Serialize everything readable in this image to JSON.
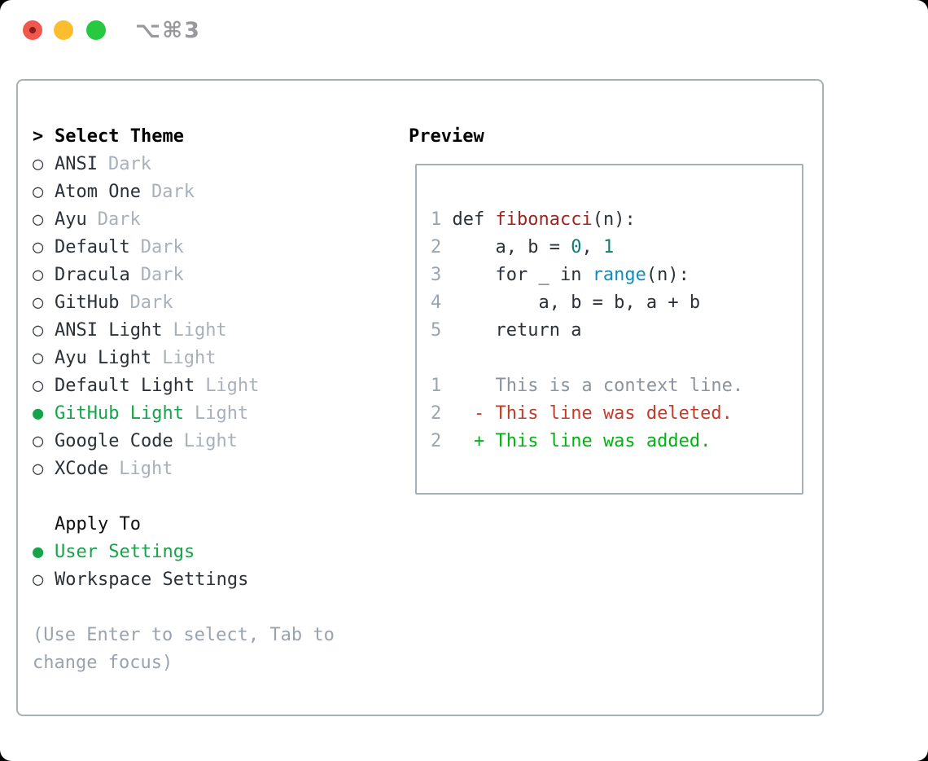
{
  "window": {
    "title": "⌥⌘3",
    "traffic_lights": [
      "close",
      "minimize",
      "zoom"
    ]
  },
  "theme_panel": {
    "header": {
      "marker": ">",
      "label": "Select Theme"
    },
    "markers": {
      "selected": "●",
      "unselected": "○"
    },
    "themes": [
      {
        "name": "ANSI",
        "tag": "Dark",
        "selected": false
      },
      {
        "name": "Atom One",
        "tag": "Dark",
        "selected": false
      },
      {
        "name": "Ayu",
        "tag": "Dark",
        "selected": false
      },
      {
        "name": "Default",
        "tag": "Dark",
        "selected": false
      },
      {
        "name": "Dracula",
        "tag": "Dark",
        "selected": false
      },
      {
        "name": "GitHub",
        "tag": "Dark",
        "selected": false
      },
      {
        "name": "ANSI Light",
        "tag": "Light",
        "selected": false
      },
      {
        "name": "Ayu Light",
        "tag": "Light",
        "selected": false
      },
      {
        "name": "Default Light",
        "tag": "Light",
        "selected": false
      },
      {
        "name": "GitHub Light",
        "tag": "Light",
        "selected": true
      },
      {
        "name": "Google Code",
        "tag": "Light",
        "selected": false
      },
      {
        "name": "XCode",
        "tag": "Light",
        "selected": false
      }
    ],
    "apply_to": {
      "label": "Apply To",
      "options": [
        {
          "name": "User Settings",
          "selected": true
        },
        {
          "name": "Workspace Settings",
          "selected": false
        }
      ]
    },
    "hint_lines": [
      "(Use Enter to select, Tab to",
      "change focus)"
    ]
  },
  "preview": {
    "label": "Preview",
    "lines": [
      {
        "segments": [
          {
            "t": "1",
            "c": "num"
          },
          {
            "t": " ",
            "c": "pl"
          },
          {
            "t": "def",
            "c": "kw"
          },
          {
            "t": " ",
            "c": "pl"
          },
          {
            "t": "fibonacci",
            "c": "fn"
          },
          {
            "t": "(n):",
            "c": "pl"
          }
        ]
      },
      {
        "segments": [
          {
            "t": "2",
            "c": "num"
          },
          {
            "t": "     a, b = ",
            "c": "pl"
          },
          {
            "t": "0",
            "c": "lit"
          },
          {
            "t": ", ",
            "c": "pl"
          },
          {
            "t": "1",
            "c": "lit"
          }
        ]
      },
      {
        "segments": [
          {
            "t": "3",
            "c": "num"
          },
          {
            "t": "     for _ in ",
            "c": "pl"
          },
          {
            "t": "range",
            "c": "bi"
          },
          {
            "t": "(n):",
            "c": "pl"
          }
        ]
      },
      {
        "segments": [
          {
            "t": "4",
            "c": "num"
          },
          {
            "t": "         a, b = b, a + b",
            "c": "pl"
          }
        ]
      },
      {
        "segments": [
          {
            "t": "5",
            "c": "num"
          },
          {
            "t": "     return a",
            "c": "pl"
          }
        ]
      },
      {
        "segments": []
      },
      {
        "segments": [
          {
            "t": "1",
            "c": "num"
          },
          {
            "t": "     This is a context line.",
            "c": "ctx"
          }
        ]
      },
      {
        "segments": [
          {
            "t": "2",
            "c": "num"
          },
          {
            "t": "   ",
            "c": "pl"
          },
          {
            "t": "- This line was deleted.",
            "c": "del"
          }
        ]
      },
      {
        "segments": [
          {
            "t": "2",
            "c": "num"
          },
          {
            "t": "   ",
            "c": "pl"
          },
          {
            "t": "+ This line was added.",
            "c": "add"
          }
        ]
      }
    ]
  },
  "colors": {
    "accent-green": "#17a449",
    "added": "#00b312",
    "deleted": "#c43b28",
    "func": "#a0251f",
    "builtin": "#0f8bc0",
    "numlit": "#0d7e76",
    "ctx": "#8b939c",
    "linenum": "#9aa5b0",
    "tag": "#a8b1bb",
    "text": "#2b3138",
    "radio": "#3a4047",
    "hint": "#9aa3ad",
    "border": "#a8afb7",
    "title": "#98989d",
    "traffic-red": "#f0574d",
    "traffic-red-dot": "#8c1d18",
    "traffic-yellow": "#fcbd2f",
    "traffic-green": "#28c840"
  }
}
